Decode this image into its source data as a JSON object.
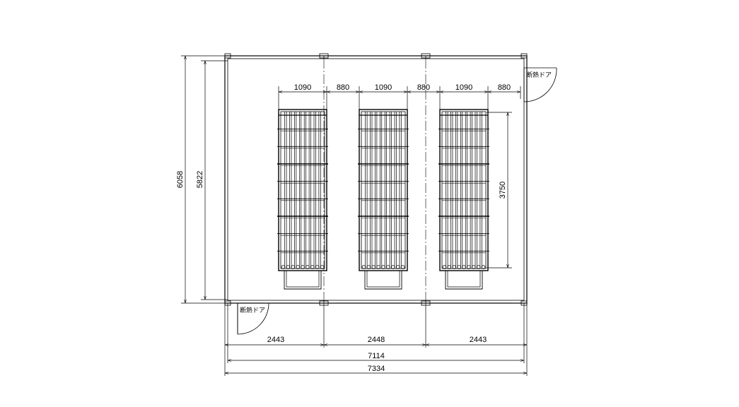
{
  "drawing": {
    "door_labels": {
      "top_right": "断熱ドア",
      "bottom_left": "断熱ドア"
    },
    "dims_top": [
      "1090",
      "880",
      "1090",
      "880",
      "1090",
      "880"
    ],
    "dims_bottom_row1": [
      "2443",
      "2448",
      "2443"
    ],
    "dim_inner_width": "7114",
    "dim_outer_width": "7334",
    "dim_outer_height": "6058",
    "dim_inner_height": "5822",
    "dim_rack_height": "3750"
  }
}
